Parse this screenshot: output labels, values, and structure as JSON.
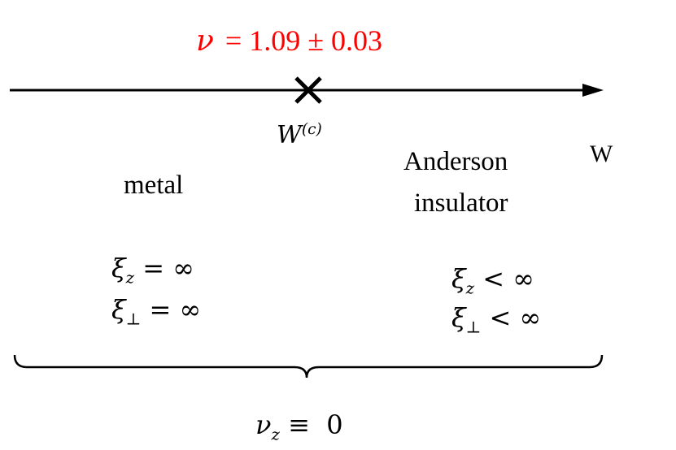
{
  "critical_exponent": {
    "symbol": "ν",
    "relation": "= 1.09 ± 0.03",
    "color": "#ff0000"
  },
  "axis": {
    "label": "W",
    "critical_point_symbol": "W",
    "critical_point_superscript": "(c)",
    "marker": "cross-marker"
  },
  "phases": {
    "left": {
      "name": "metal",
      "xi_z": {
        "symbol": "ξ",
        "sub": "z",
        "relation": " = ∞"
      },
      "xi_perp": {
        "symbol": "ξ",
        "sub": "⊥",
        "relation": " = ∞"
      }
    },
    "right": {
      "name_line1": "Anderson",
      "name_line2": "insulator",
      "xi_z": {
        "symbol": "ξ",
        "sub": "z",
        "relation": " < ∞"
      },
      "xi_perp": {
        "symbol": "ξ",
        "sub": "⊥",
        "relation": " < ∞"
      }
    }
  },
  "winding": {
    "symbol": "ν",
    "sub": "z",
    "relation": " ≡  0"
  }
}
